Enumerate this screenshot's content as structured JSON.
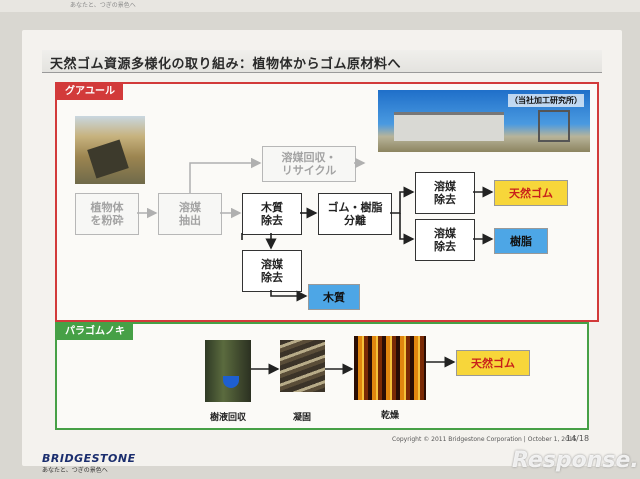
{
  "top_strip": "あなたと、つぎの景色へ",
  "title": "天然ゴム資源多様化の取り組み：植物体からゴム原材料へ",
  "guayule": {
    "tag": "グアユール",
    "photo_caption": "（当社加工研究所）",
    "steps": {
      "crush": "植物体\nを粉砕",
      "extract": "溶媒\n抽出",
      "wood_remove": "木質\n除去",
      "solvent_recovery": "溶媒回収・\nリサイクル",
      "separate": "ゴム・樹脂\n分離",
      "solvent_remove_rubber": "溶媒\n除去",
      "solvent_remove_resin": "溶媒\n除去",
      "solvent_remove_wood": "溶媒\n除去"
    },
    "products": {
      "rubber": "天然ゴム",
      "resin": "樹脂",
      "wood": "木質"
    }
  },
  "para_rubber": {
    "tag": "パラゴムノキ",
    "steps": [
      "樹液回収",
      "凝固",
      "乾燥"
    ],
    "product": "天然ゴム"
  },
  "footer": {
    "copyright": "Copyright © 2011 Bridgestone Corporation",
    "date": "October 1, 2015",
    "page": "14/18",
    "logo": "BRIDGESTONE",
    "slogan": "あなたと、つぎの景色へ"
  },
  "watermark": "Response.",
  "colors": {
    "red_panel": "#d23a3a",
    "green_panel": "#46a046",
    "rubber_bg": "#f7d63a",
    "blue_product": "#4da6e6"
  }
}
